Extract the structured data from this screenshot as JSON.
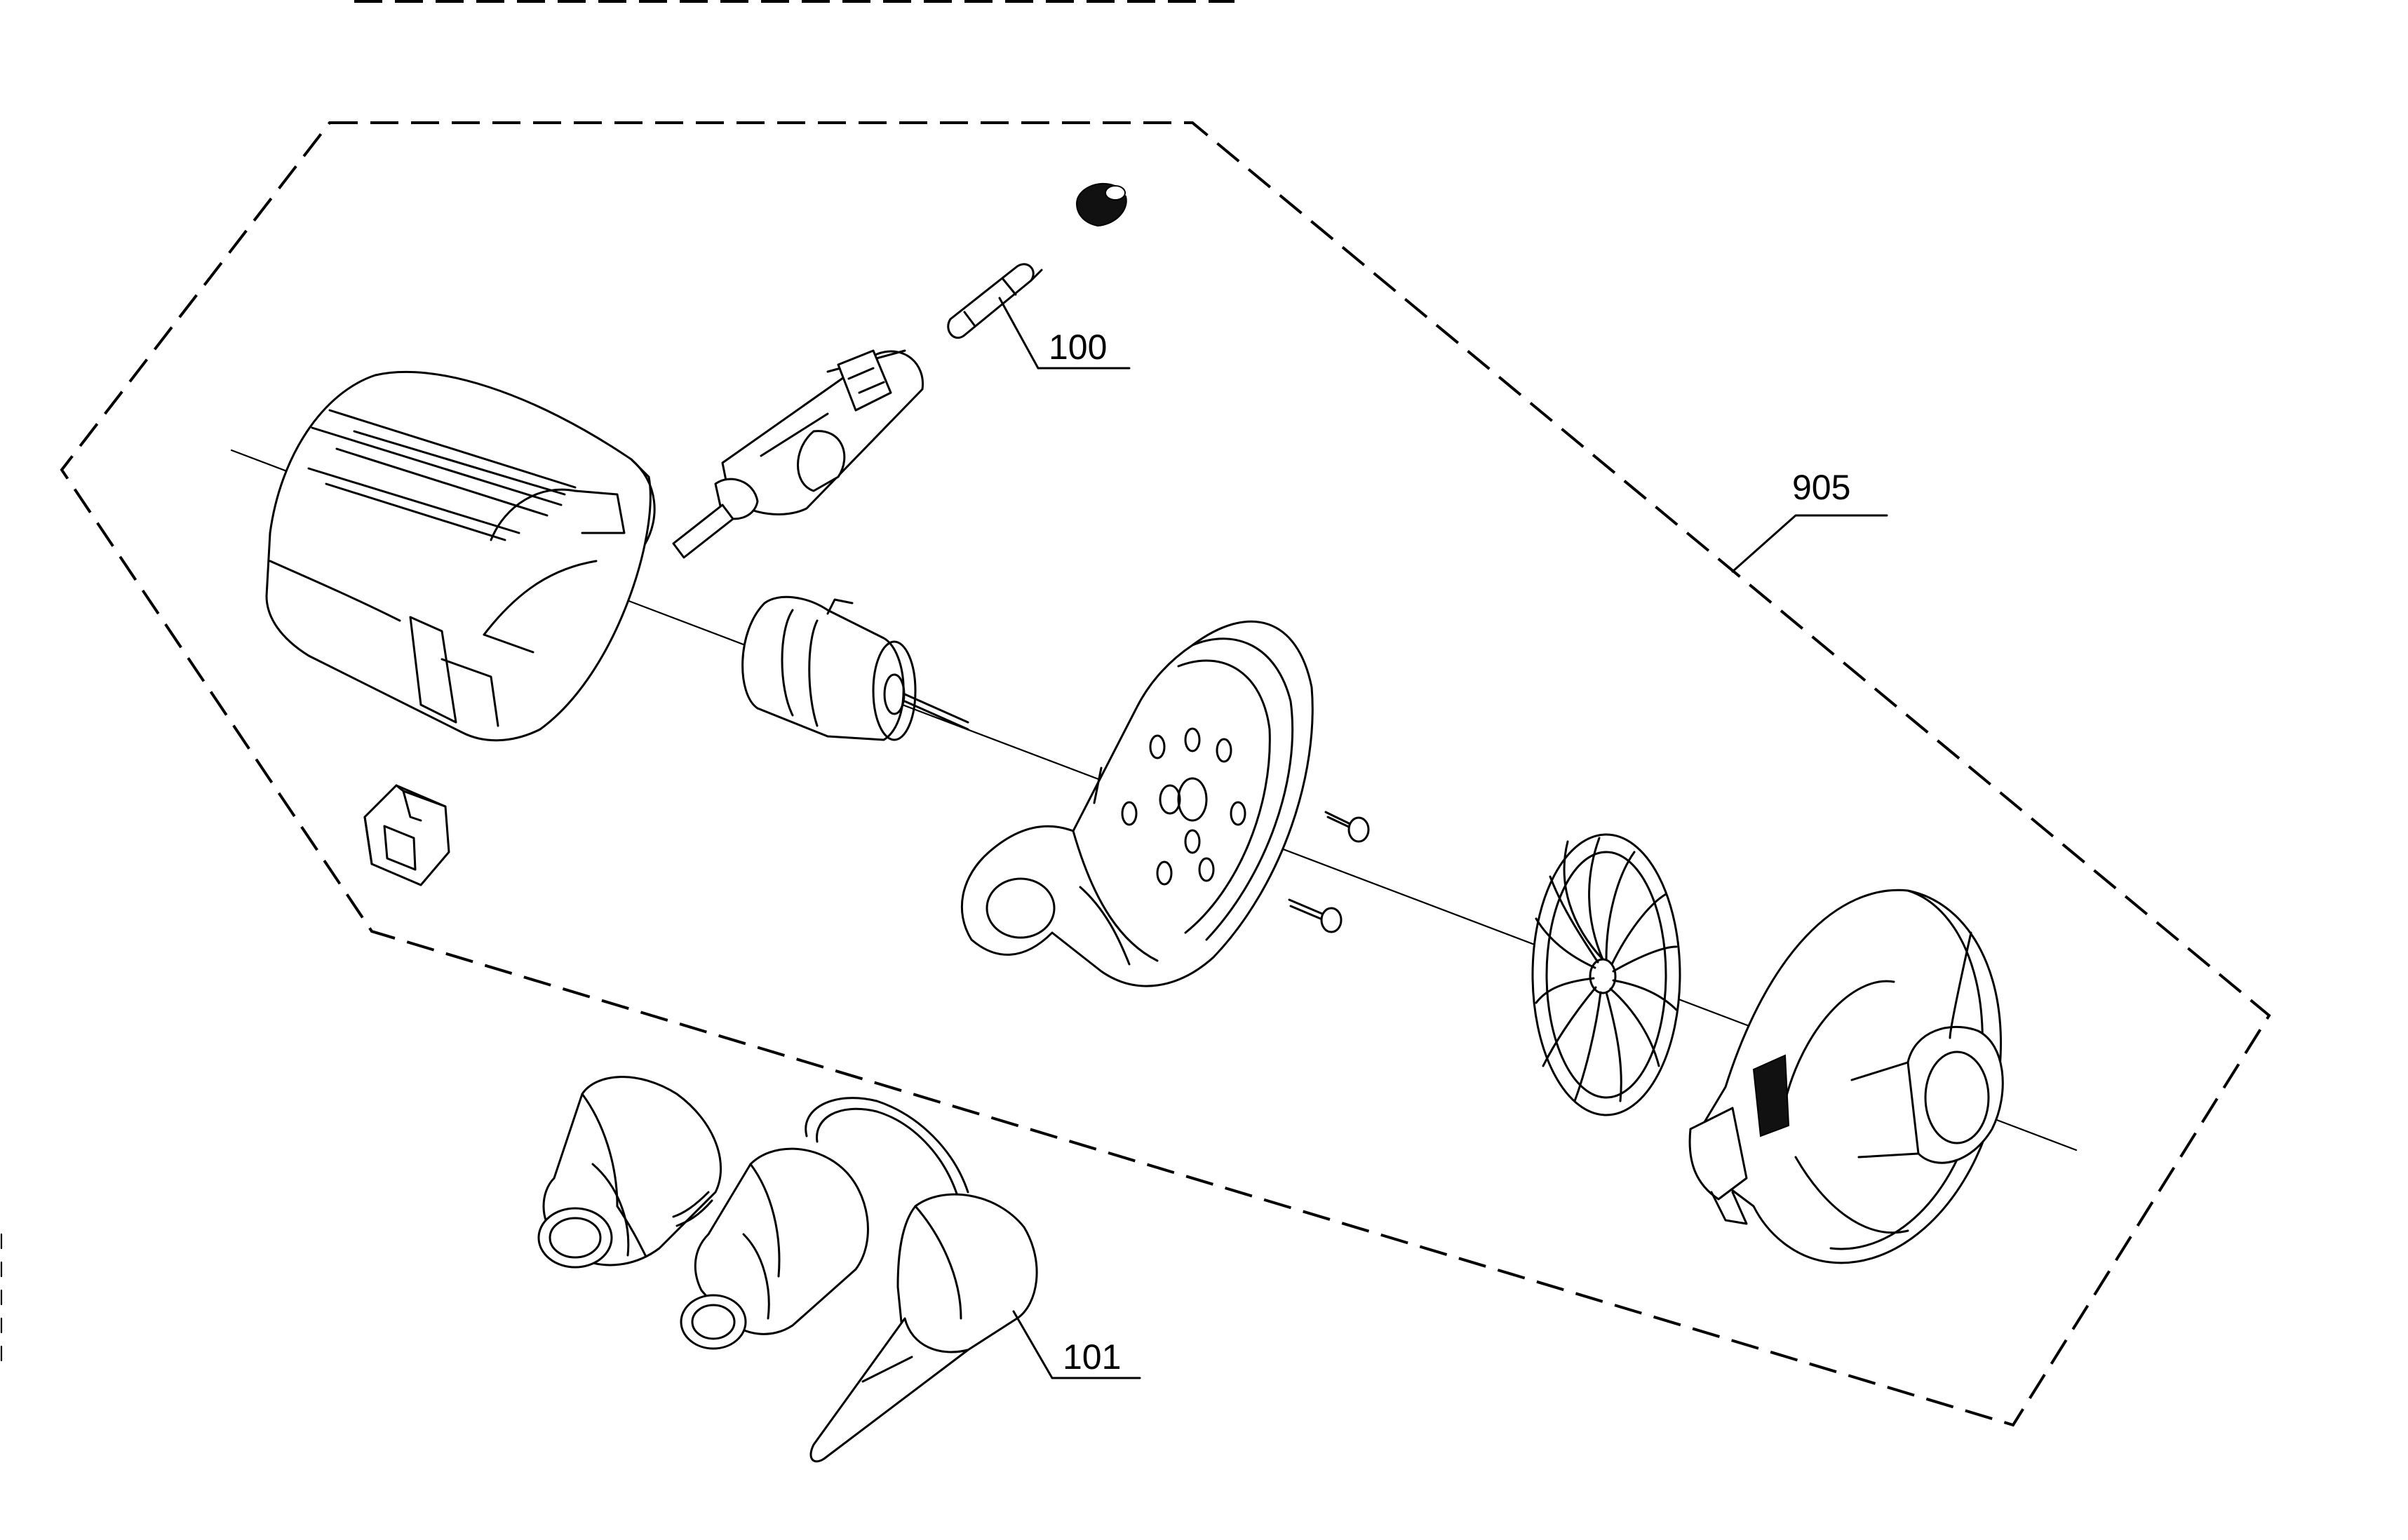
{
  "diagram": {
    "type": "exploded-parts-drawing",
    "callouts": [
      {
        "id": "callout-100",
        "label": "100"
      },
      {
        "id": "callout-905",
        "label": "905"
      },
      {
        "id": "callout-101",
        "label": "101"
      }
    ]
  }
}
